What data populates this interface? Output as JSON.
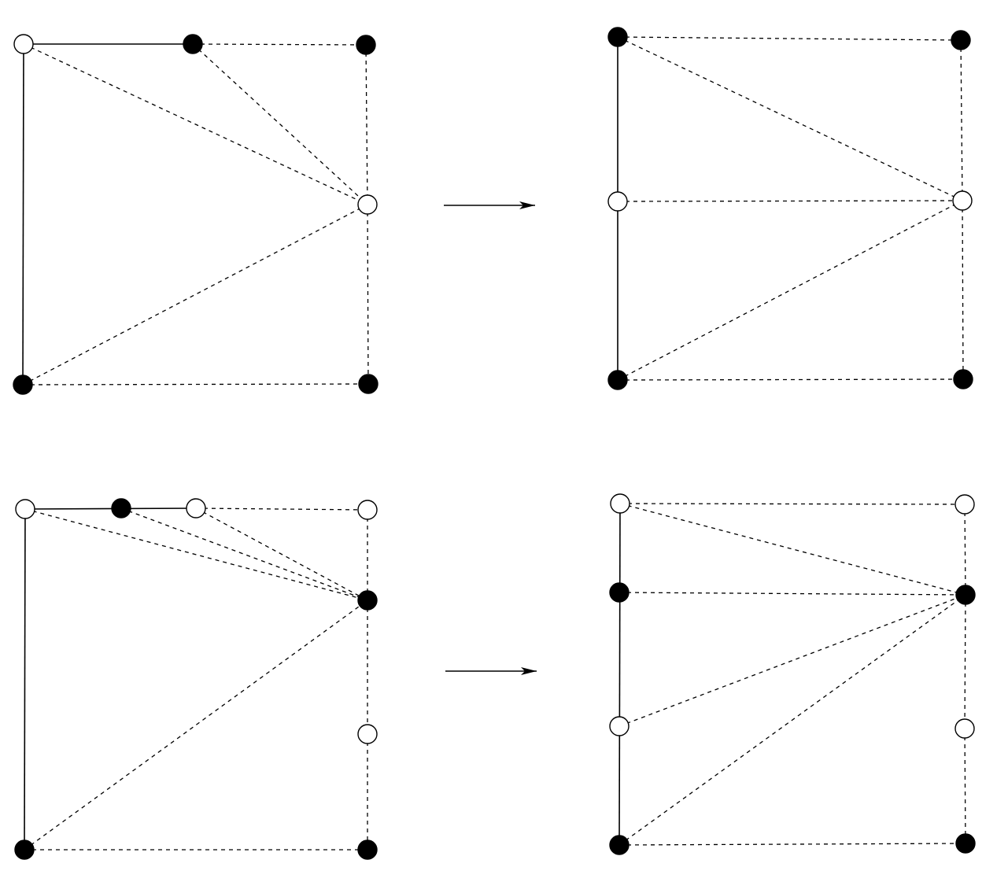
{
  "colors": {
    "stroke": "#000000",
    "filled_node": "#000000",
    "open_node": "#ffffff",
    "background": "#ffffff"
  },
  "panels": [
    {
      "id": "top-left",
      "nodes": [
        {
          "id": "a",
          "kind": "open"
        },
        {
          "id": "b",
          "kind": "filled"
        },
        {
          "id": "c",
          "kind": "filled"
        },
        {
          "id": "d",
          "kind": "open"
        },
        {
          "id": "e",
          "kind": "filled"
        },
        {
          "id": "f",
          "kind": "filled"
        }
      ],
      "edges": [
        {
          "from": "a",
          "to": "b",
          "style": "solid"
        },
        {
          "from": "a",
          "to": "e",
          "style": "solid"
        },
        {
          "from": "b",
          "to": "c",
          "style": "dashed"
        },
        {
          "from": "c",
          "to": "d",
          "style": "dashed"
        },
        {
          "from": "d",
          "to": "f",
          "style": "dashed"
        },
        {
          "from": "e",
          "to": "f",
          "style": "dashed"
        },
        {
          "from": "a",
          "to": "d",
          "style": "dashed"
        },
        {
          "from": "b",
          "to": "d",
          "style": "dashed"
        },
        {
          "from": "e",
          "to": "d",
          "style": "dashed"
        }
      ]
    },
    {
      "id": "top-right",
      "nodes": [
        {
          "id": "a",
          "kind": "filled"
        },
        {
          "id": "b",
          "kind": "filled"
        },
        {
          "id": "c",
          "kind": "open"
        },
        {
          "id": "d",
          "kind": "open"
        },
        {
          "id": "e",
          "kind": "filled"
        },
        {
          "id": "f",
          "kind": "filled"
        }
      ],
      "edges": [
        {
          "from": "a",
          "to": "c",
          "style": "solid"
        },
        {
          "from": "c",
          "to": "e",
          "style": "solid"
        },
        {
          "from": "a",
          "to": "b",
          "style": "dashed"
        },
        {
          "from": "b",
          "to": "d",
          "style": "dashed"
        },
        {
          "from": "d",
          "to": "f",
          "style": "dashed"
        },
        {
          "from": "e",
          "to": "f",
          "style": "dashed"
        },
        {
          "from": "a",
          "to": "d",
          "style": "dashed"
        },
        {
          "from": "c",
          "to": "d",
          "style": "dashed"
        },
        {
          "from": "e",
          "to": "d",
          "style": "dashed"
        }
      ]
    },
    {
      "id": "bottom-left",
      "nodes": [
        {
          "id": "a",
          "kind": "open"
        },
        {
          "id": "b",
          "kind": "filled"
        },
        {
          "id": "c",
          "kind": "open"
        },
        {
          "id": "d",
          "kind": "open"
        },
        {
          "id": "e",
          "kind": "filled"
        },
        {
          "id": "f",
          "kind": "open"
        },
        {
          "id": "g",
          "kind": "filled"
        },
        {
          "id": "h",
          "kind": "filled"
        }
      ],
      "edges": [
        {
          "from": "a",
          "to": "c",
          "style": "solid"
        },
        {
          "from": "a",
          "to": "g",
          "style": "solid"
        },
        {
          "from": "c",
          "to": "d",
          "style": "dashed"
        },
        {
          "from": "d",
          "to": "e",
          "style": "dashed"
        },
        {
          "from": "e",
          "to": "f",
          "style": "dashed"
        },
        {
          "from": "f",
          "to": "h",
          "style": "dashed"
        },
        {
          "from": "g",
          "to": "h",
          "style": "dashed"
        },
        {
          "from": "a",
          "to": "e",
          "style": "dashed"
        },
        {
          "from": "b",
          "to": "e",
          "style": "dashed"
        },
        {
          "from": "c",
          "to": "e",
          "style": "dashed"
        },
        {
          "from": "g",
          "to": "e",
          "style": "dashed"
        }
      ]
    },
    {
      "id": "bottom-right",
      "nodes": [
        {
          "id": "a",
          "kind": "open"
        },
        {
          "id": "b",
          "kind": "open"
        },
        {
          "id": "c",
          "kind": "filled"
        },
        {
          "id": "d",
          "kind": "filled"
        },
        {
          "id": "e",
          "kind": "open"
        },
        {
          "id": "f",
          "kind": "open"
        },
        {
          "id": "g",
          "kind": "filled"
        },
        {
          "id": "h",
          "kind": "filled"
        }
      ],
      "edges": [
        {
          "from": "a",
          "to": "g",
          "style": "solid"
        },
        {
          "from": "a",
          "to": "b",
          "style": "dashed"
        },
        {
          "from": "b",
          "to": "d",
          "style": "dashed"
        },
        {
          "from": "d",
          "to": "f",
          "style": "dashed"
        },
        {
          "from": "f",
          "to": "h",
          "style": "dashed"
        },
        {
          "from": "g",
          "to": "h",
          "style": "dashed"
        },
        {
          "from": "a",
          "to": "d",
          "style": "dashed"
        },
        {
          "from": "c",
          "to": "d",
          "style": "dashed"
        },
        {
          "from": "e",
          "to": "d",
          "style": "dashed"
        },
        {
          "from": "g",
          "to": "d",
          "style": "dashed"
        }
      ]
    }
  ],
  "arrows": [
    {
      "from_panel": "top-left",
      "to_panel": "top-right"
    },
    {
      "from_panel": "bottom-left",
      "to_panel": "bottom-right"
    }
  ]
}
